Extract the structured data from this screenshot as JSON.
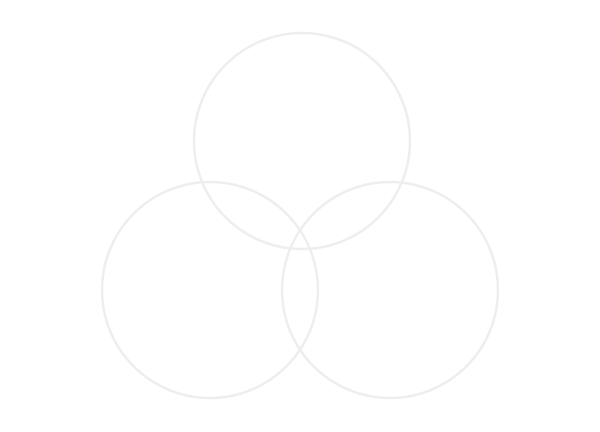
{
  "diagram": {
    "type": "venn",
    "set_count": 3,
    "colors": {
      "background": "#ffffff",
      "circle_stroke": "#eeeeee"
    },
    "sets": [
      {
        "id": "top"
      },
      {
        "id": "bottom-left"
      },
      {
        "id": "bottom-right"
      }
    ]
  }
}
